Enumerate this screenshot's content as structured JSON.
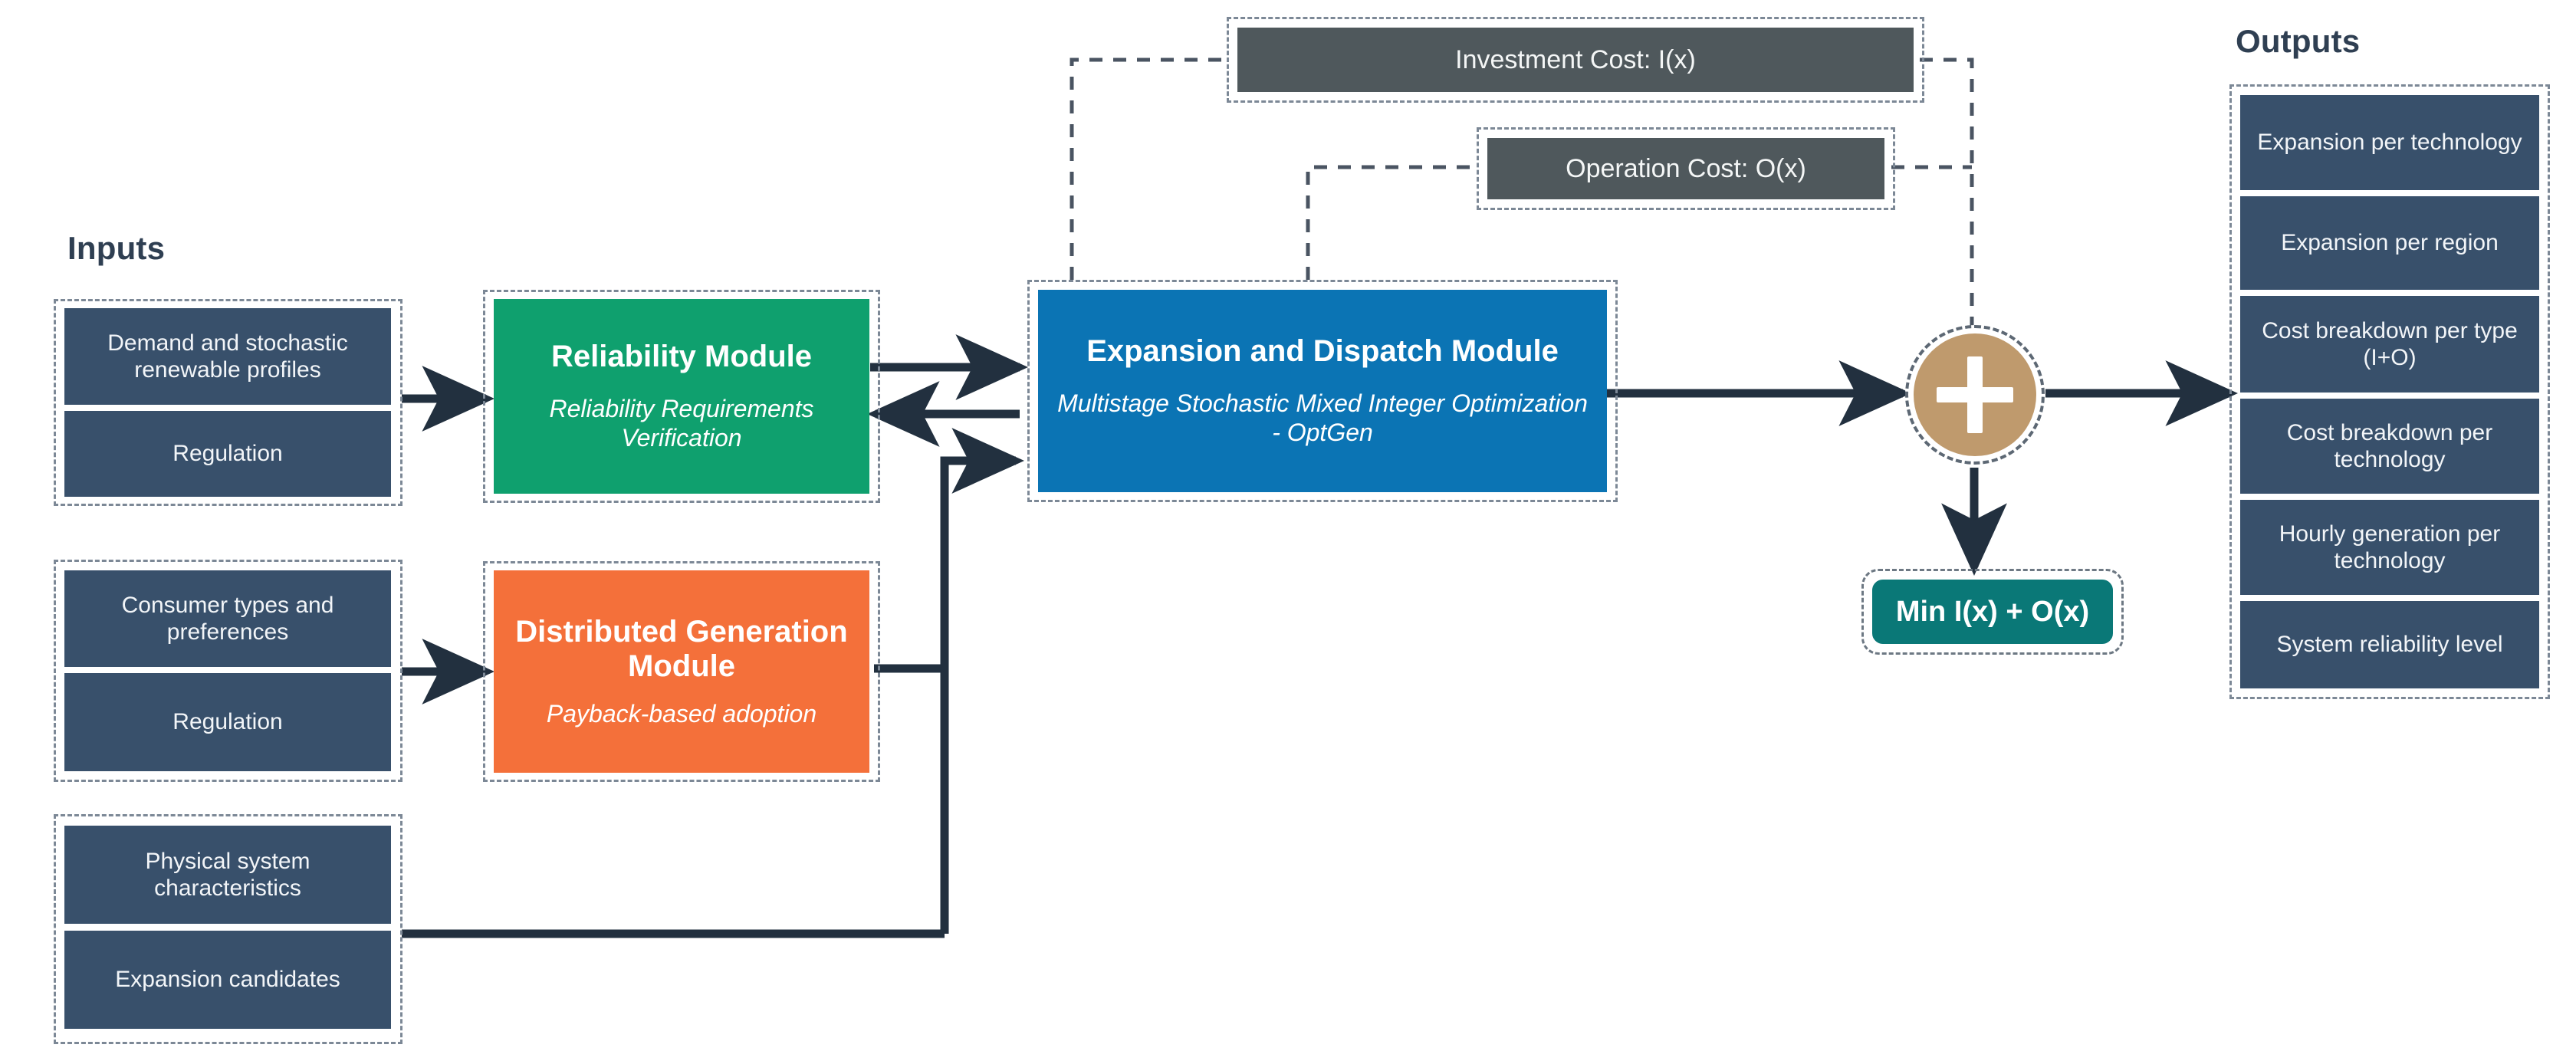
{
  "diagram": {
    "title_inputs": "Inputs",
    "title_outputs": "Outputs"
  },
  "inputs": {
    "heading": "Inputs",
    "groups": [
      {
        "name": "demand-group",
        "items": [
          {
            "label": "Demand and stochastic renewable profiles"
          },
          {
            "label": "Regulation"
          }
        ]
      },
      {
        "name": "consumer-group",
        "items": [
          {
            "label": "Consumer types and preferences"
          },
          {
            "label": "Regulation"
          }
        ]
      },
      {
        "name": "system-group",
        "items": [
          {
            "label": "Physical system characteristics"
          },
          {
            "label": "Expansion candidates"
          }
        ]
      }
    ]
  },
  "modules": {
    "reliability": {
      "title": "Reliability Module",
      "subtitle": "Reliability Requirements Verification",
      "color": "#0fa06e"
    },
    "distributed_generation": {
      "title": "Distributed Generation Module",
      "subtitle": "Payback-based adoption",
      "color": "#f4703a"
    },
    "expansion_dispatch": {
      "title": "Expansion and Dispatch Module",
      "subtitle": "Multistage Stochastic Mixed Integer Optimization - OptGen",
      "color": "#0b74b4"
    }
  },
  "costs": {
    "investment": {
      "label": "Investment Cost: I(x)",
      "color": "#4f585c"
    },
    "operation": {
      "label": "Operation Cost: O(x)",
      "color": "#4f585c"
    }
  },
  "summation": {
    "symbol": "+",
    "color": "#bf9a6d"
  },
  "objective": {
    "label": "Min I(x) + O(x)",
    "color": "#0a7877"
  },
  "outputs": {
    "heading": "Outputs",
    "items": [
      {
        "label": "Expansion per technology"
      },
      {
        "label": "Expansion per region"
      },
      {
        "label": "Cost breakdown per type (I+O)"
      },
      {
        "label": "Cost breakdown per technology"
      },
      {
        "label": "Hourly generation per technology"
      },
      {
        "label": "System reliability level"
      }
    ]
  },
  "palette": {
    "navy_chip": "#38506b",
    "frame_dash": "#7c8896",
    "arrow": "#22303f",
    "background": "#ffffff"
  }
}
